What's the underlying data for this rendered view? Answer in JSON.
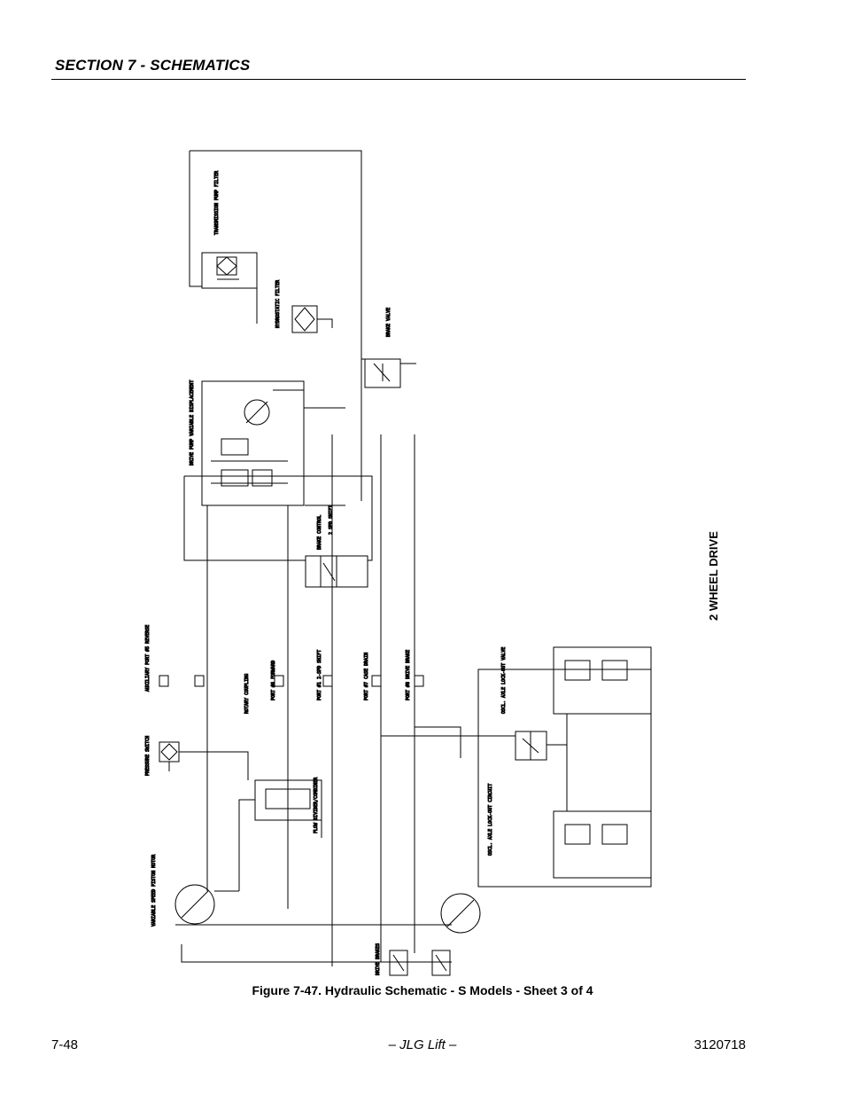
{
  "header": {
    "section_title": "SECTION 7 - SCHEMATICS"
  },
  "side_tab": {
    "label": "2 WHEEL DRIVE"
  },
  "figure": {
    "caption": "Figure 7-47.  Hydraulic Schematic - S Models - Sheet 3 of 4"
  },
  "footer": {
    "page_number": "7-48",
    "brand": "– JLG Lift –",
    "doc_number": "3120718"
  },
  "schematic": {
    "labels": {
      "transmission_filter": "TRANSMISSION PUMP FILTER",
      "hydrostatic_filter": "HYDROSTATIC FILTER",
      "brake_valve": "BRAKE VALVE",
      "drive_pump": "DRIVE PUMP VARIABLE DISPLACEMENT",
      "brake_control": "BRAKE CONTROL",
      "two_speed_shift": "2 SPD SHIFT",
      "aux_port": "AUXILIARY PORT #5 REVERSE",
      "port_6": "PORT #6 FORWARD",
      "port_1": "PORT #1 2-SPD SHIFT",
      "port_7": "PORT #7 CASE DRAIN",
      "port_8": "PORT #8 DRIVE BRAKE",
      "rotary_coupling": "ROTARY COUPLING",
      "pressure_switch": "PRESSURE SWITCH",
      "motor_left": "VARIABLE SPEED PISTON MOTOR",
      "flow_divider": "FLOW DIVIDER/COMBINER",
      "osc_axle_lockout": "OSCL. AXLE LOCK-OUT VALVE",
      "optional_circuit": "OSCL. AXLE LOCK-OUT CIRCUIT",
      "drive_brakes": "DRIVE BRAKES"
    }
  }
}
